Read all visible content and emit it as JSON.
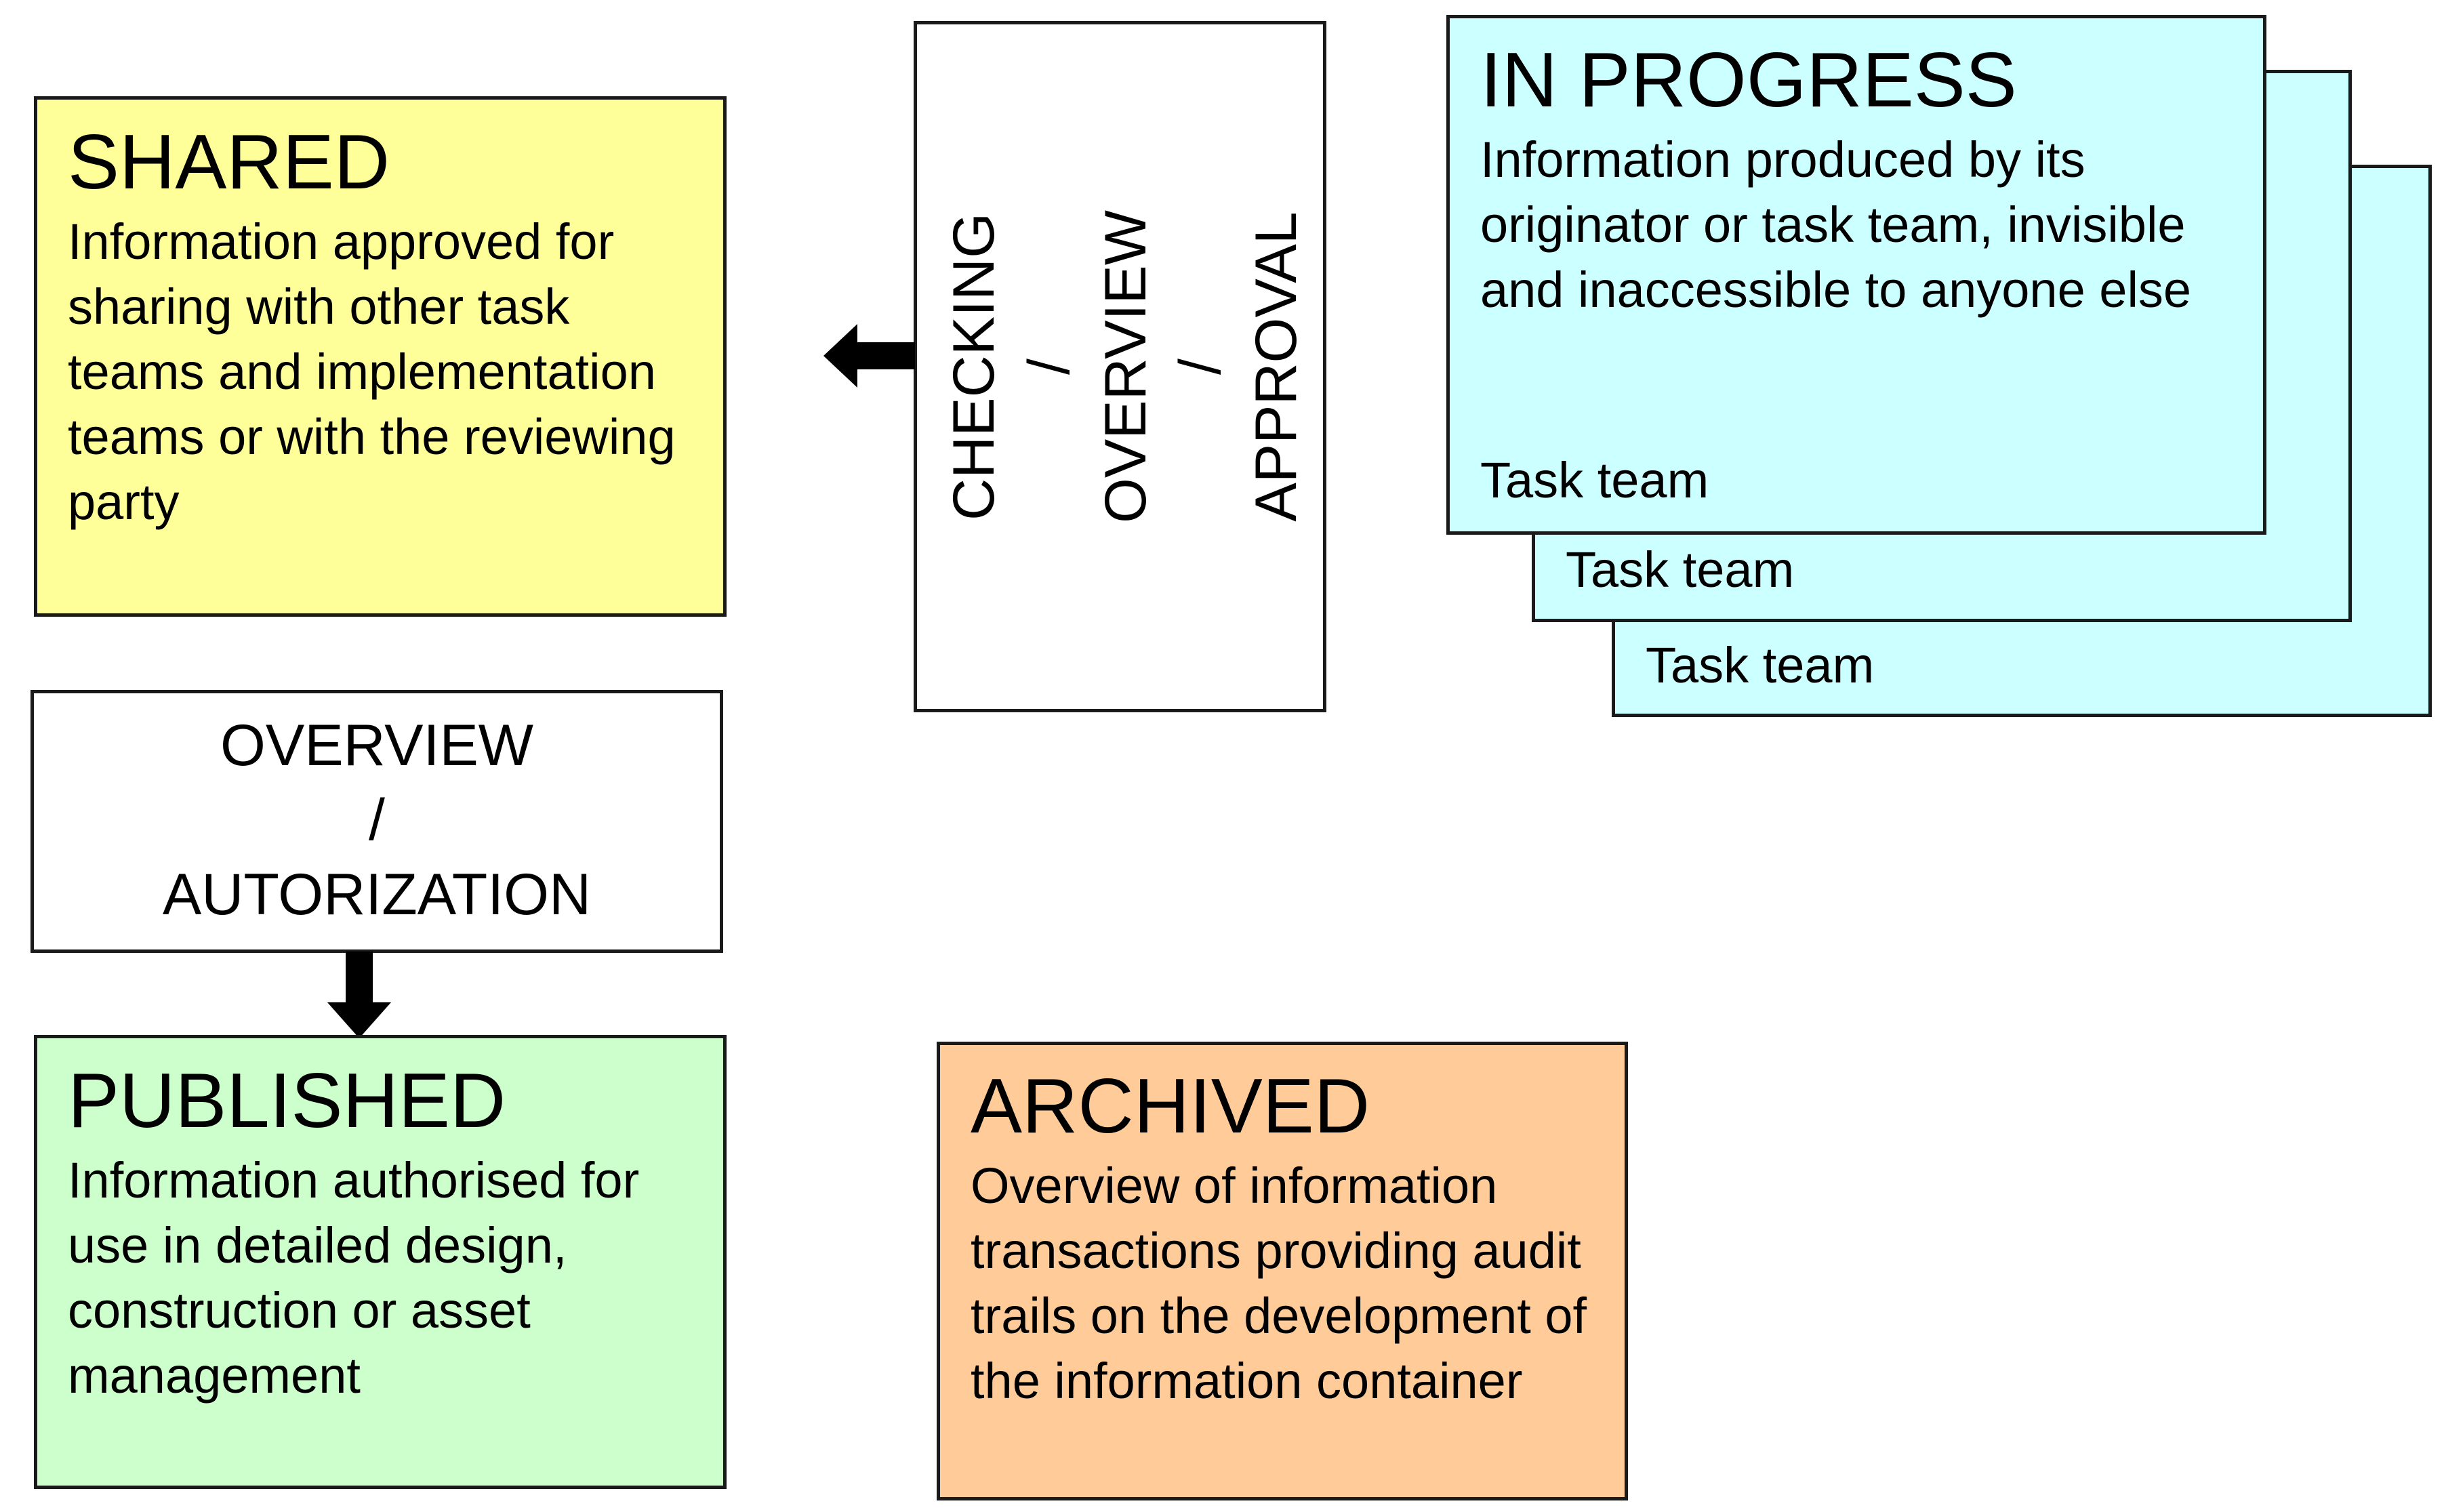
{
  "shared": {
    "title": "SHARED",
    "description": "Information approved for sharing with other task teams and implementation teams or with the reviewing party",
    "color": "#FFFF99"
  },
  "checking": {
    "steps": [
      "CHECKING",
      "/",
      "OVERVIEW",
      "/",
      "APPROVAL"
    ],
    "color": "#FFFFFF"
  },
  "in_progress": {
    "title": "IN PROGRESS",
    "description": "Information produced by its originator or task team, invisible and inaccessible to anyone else",
    "teams": [
      "Task team",
      "Task team",
      "Task team"
    ],
    "color": "#CCFFFF"
  },
  "authorization": {
    "line1": "OVERVIEW",
    "line2": "/",
    "line3": "AUTORIZATION",
    "color": "#FFFFFF"
  },
  "published": {
    "title": "PUBLISHED",
    "description": "Information authorised for use in detailed design, construction or asset management",
    "color": "#CCFFCC"
  },
  "archived": {
    "title": "ARCHIVED",
    "description": "Overview of information transactions providing audit trails on the development of the information container",
    "color": "#FFCC99"
  }
}
